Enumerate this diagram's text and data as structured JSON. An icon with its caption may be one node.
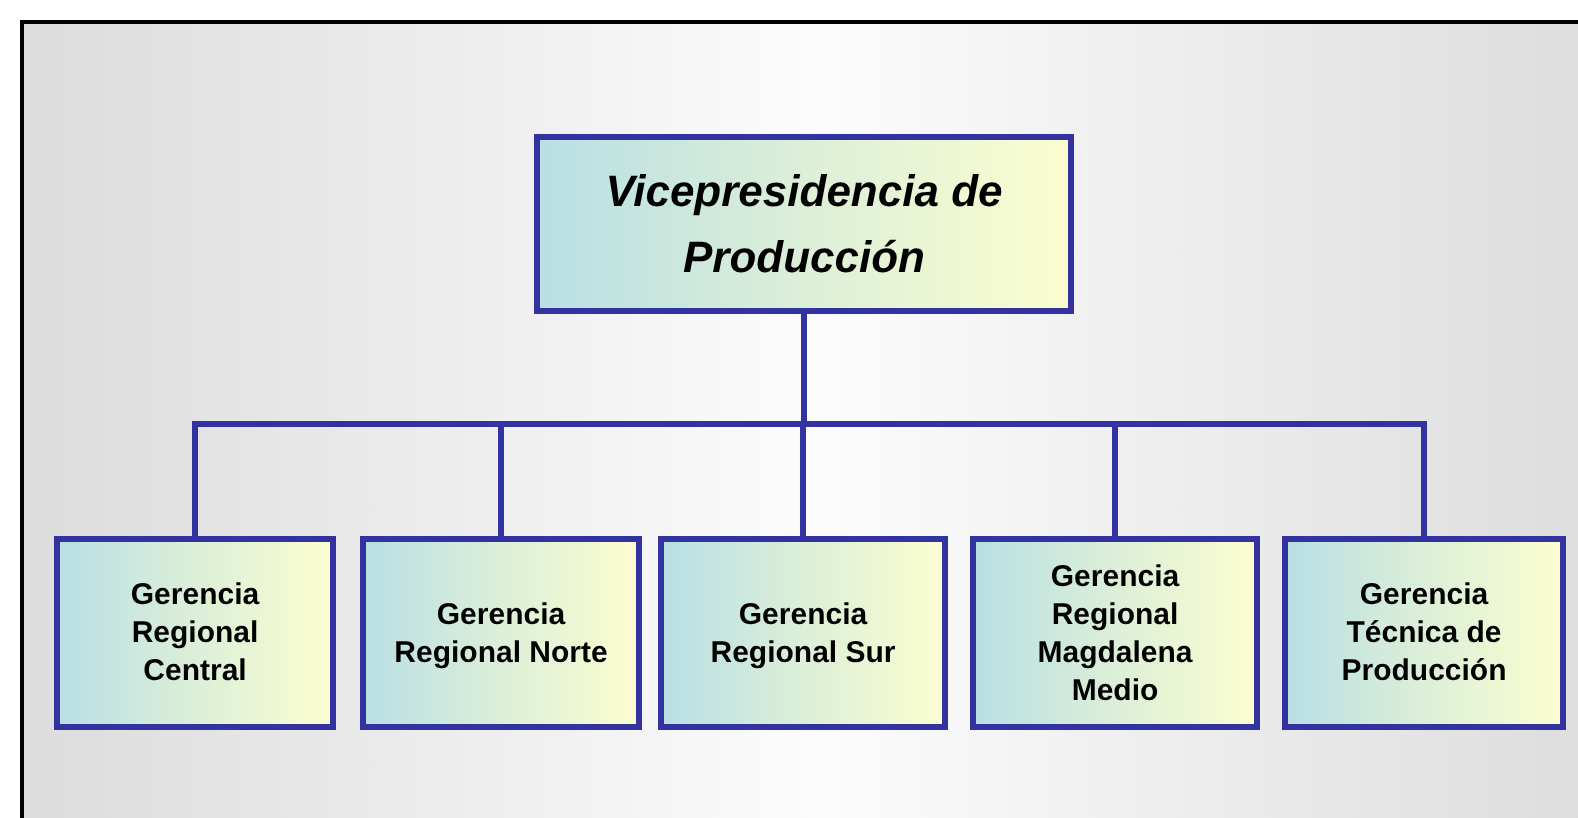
{
  "diagram": {
    "nodes": [
      {
        "text": [
          "Vicepresidencia de Producción"
        ]
      },
      {
        "text": [
          "Gerencia Regional Central"
        ]
      },
      {
        "text": [
          "Gerencia Regional Norte"
        ]
      },
      {
        "text": [
          "Gerencia Regional Sur"
        ]
      },
      {
        "text": [
          "Gerencia Regional Magdalena Medio"
        ]
      },
      {
        "text": [
          "Gerencia Técnica de Producción"
        ]
      }
    ],
    "edges": [
      {
        "from": 0,
        "to": 1,
        "arrow": "none"
      },
      {
        "from": 0,
        "to": 2,
        "arrow": "none"
      },
      {
        "from": 0,
        "to": 3,
        "arrow": "none"
      },
      {
        "from": 0,
        "to": 4,
        "arrow": "none"
      },
      {
        "from": 0,
        "to": 5,
        "arrow": "none"
      }
    ]
  }
}
